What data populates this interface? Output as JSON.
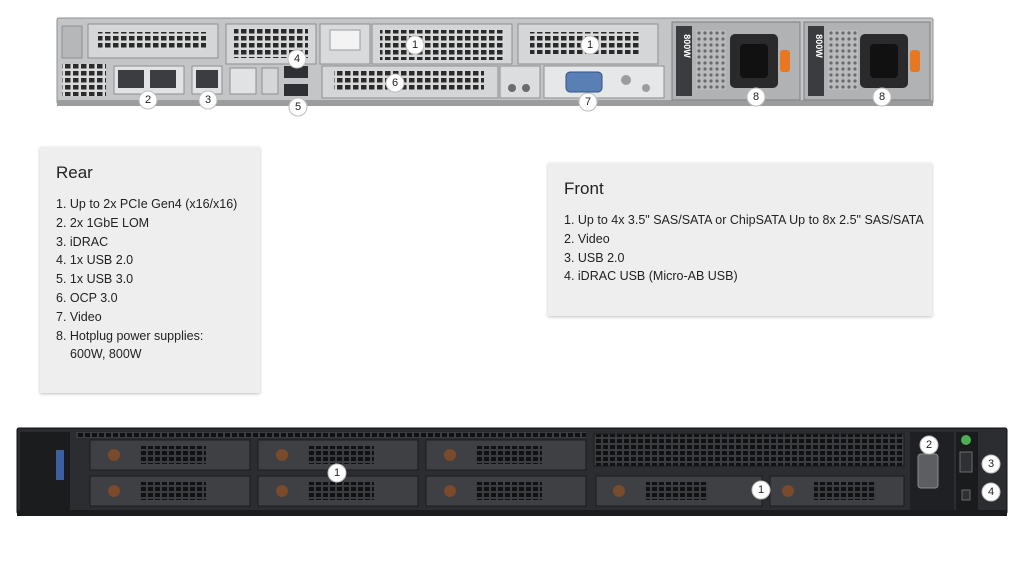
{
  "rear": {
    "title": "Rear",
    "items": [
      "1. Up to 2x PCIe Gen4 (x16/x16)",
      "2. 2x 1GbE LOM",
      "3. iDRAC",
      "4. 1x USB 2.0",
      "5. 1x USB 3.0",
      "6. OCP 3.0",
      "7. Video",
      "8. Hotplug power supplies:",
      "600W, 800W"
    ]
  },
  "front": {
    "title": "Front",
    "items": [
      "1. Up to 4x 3.5\" SAS/SATA or ChipSATA Up to 8x 2.5\" SAS/SATA",
      "2. Video",
      "3. USB 2.0",
      "4. iDRAC USB (Micro-AB USB)"
    ]
  },
  "rear_callouts": [
    "1",
    "1",
    "2",
    "3",
    "4",
    "5",
    "6",
    "7",
    "8",
    "8"
  ],
  "psu_labels": [
    "800W",
    "800W"
  ],
  "front_callouts": [
    "1",
    "1",
    "2",
    "3",
    "4"
  ],
  "colors": {
    "chassis": "#c7c9cb",
    "front_bezel": "#2b2d30",
    "psu_handle": "#e87722",
    "power_led": "#4caf50"
  }
}
